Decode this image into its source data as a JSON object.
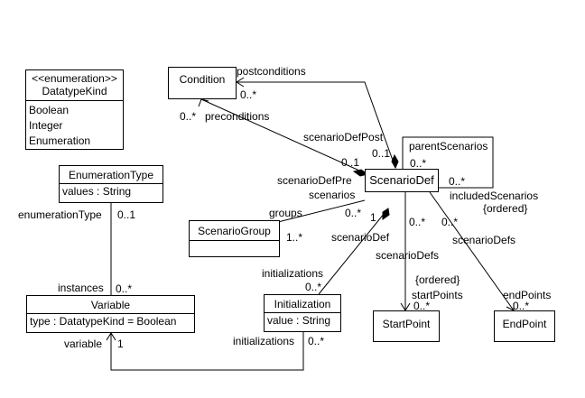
{
  "classes": {
    "datatype_kind": {
      "stereotype": "<<enumeration>>",
      "name": "DatatypeKind",
      "literals": [
        "Boolean",
        "Integer",
        "Enumeration"
      ]
    },
    "condition": {
      "name": "Condition"
    },
    "enumeration_type": {
      "name": "EnumerationType",
      "attributes": [
        "values : String"
      ]
    },
    "scenario_def": {
      "name": "ScenarioDef"
    },
    "scenario_group": {
      "name": "ScenarioGroup"
    },
    "variable": {
      "name": "Variable",
      "attributes": [
        "type : DatatypeKind = Boolean"
      ]
    },
    "initialization": {
      "name": "Initialization",
      "attributes": [
        "value : String"
      ]
    },
    "start_point": {
      "name": "StartPoint"
    },
    "end_point": {
      "name": "EndPoint"
    }
  },
  "labels": {
    "postconditions": "postconditions",
    "postconditions_mult": "0..*",
    "preconditions": "preconditions",
    "preconditions_mult": "0..*",
    "scenario_def_post": "scenarioDefPost",
    "scenario_def_post_mult": "0..1",
    "scenario_def_pre": "scenarioDefPre",
    "scenario_def_pre_mult": "0..1",
    "parent_scenarios": "parentScenarios",
    "parent_scenarios_mult": "0..*",
    "included_scenarios": "includedScenarios",
    "included_scenarios_mult": "0..*",
    "ordered_1": "{ordered}",
    "scenarios": "scenarios",
    "scenarios_mult": "0..*",
    "groups": "groups",
    "groups_mult": "1..*",
    "enumeration_type_role": "enumerationType",
    "enumeration_type_mult": "0..1",
    "instances": "instances",
    "instances_mult": "0..*",
    "scenario_def_init": "scenarioDef",
    "scenario_def_init_mult": "1",
    "initializations_top": "initializations",
    "initializations_top_mult": "0..*",
    "scenario_defs_start": "scenarioDefs",
    "scenario_defs_start_mult": "0..*",
    "ordered_2": "{ordered}",
    "start_points": "startPoints",
    "start_points_mult": "0..*",
    "scenario_defs_end": "scenarioDefs",
    "scenario_defs_end_mult": "0..*",
    "end_points": "endPoints",
    "end_points_mult": "0..*",
    "variable_role": "variable",
    "variable_mult": "1",
    "initializations_bottom": "initializations",
    "initializations_bottom_mult": "0..*"
  }
}
